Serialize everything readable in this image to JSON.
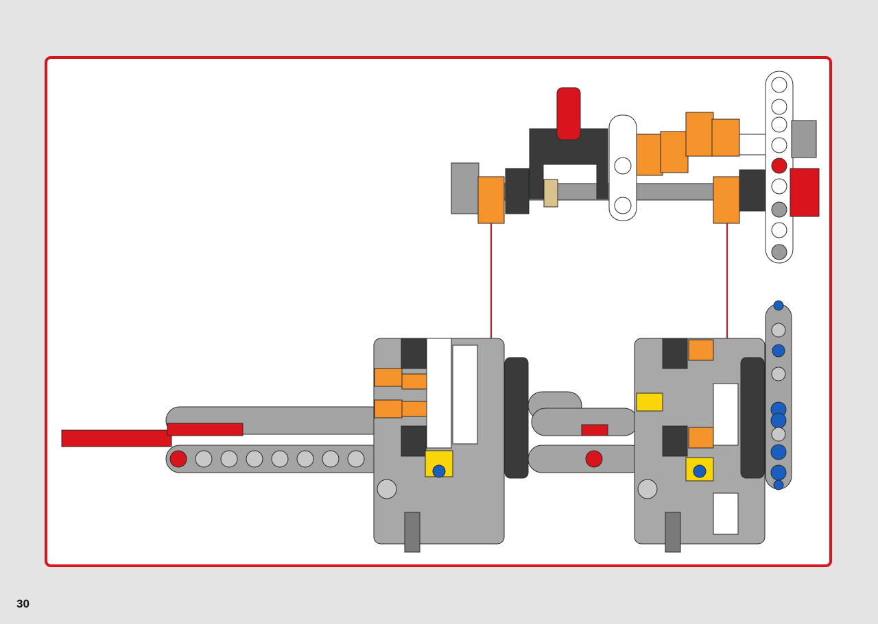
{
  "page": {
    "number": "30"
  },
  "colors": {
    "frame": "#d8141c",
    "page_background": "#e4e4e4",
    "arrow": "#d8141c",
    "gray": "#a0a0a0",
    "dark": "#3a3a3a",
    "orange": "#f5942c",
    "red": "#d8141c",
    "yellow": "#f8d60a",
    "blue": "#1a5fbf",
    "white": "#ffffff"
  },
  "instruction": {
    "arrows": 2,
    "subassembly": "gearbox-shaft-assembly",
    "base": "chassis-frame-assembly"
  }
}
